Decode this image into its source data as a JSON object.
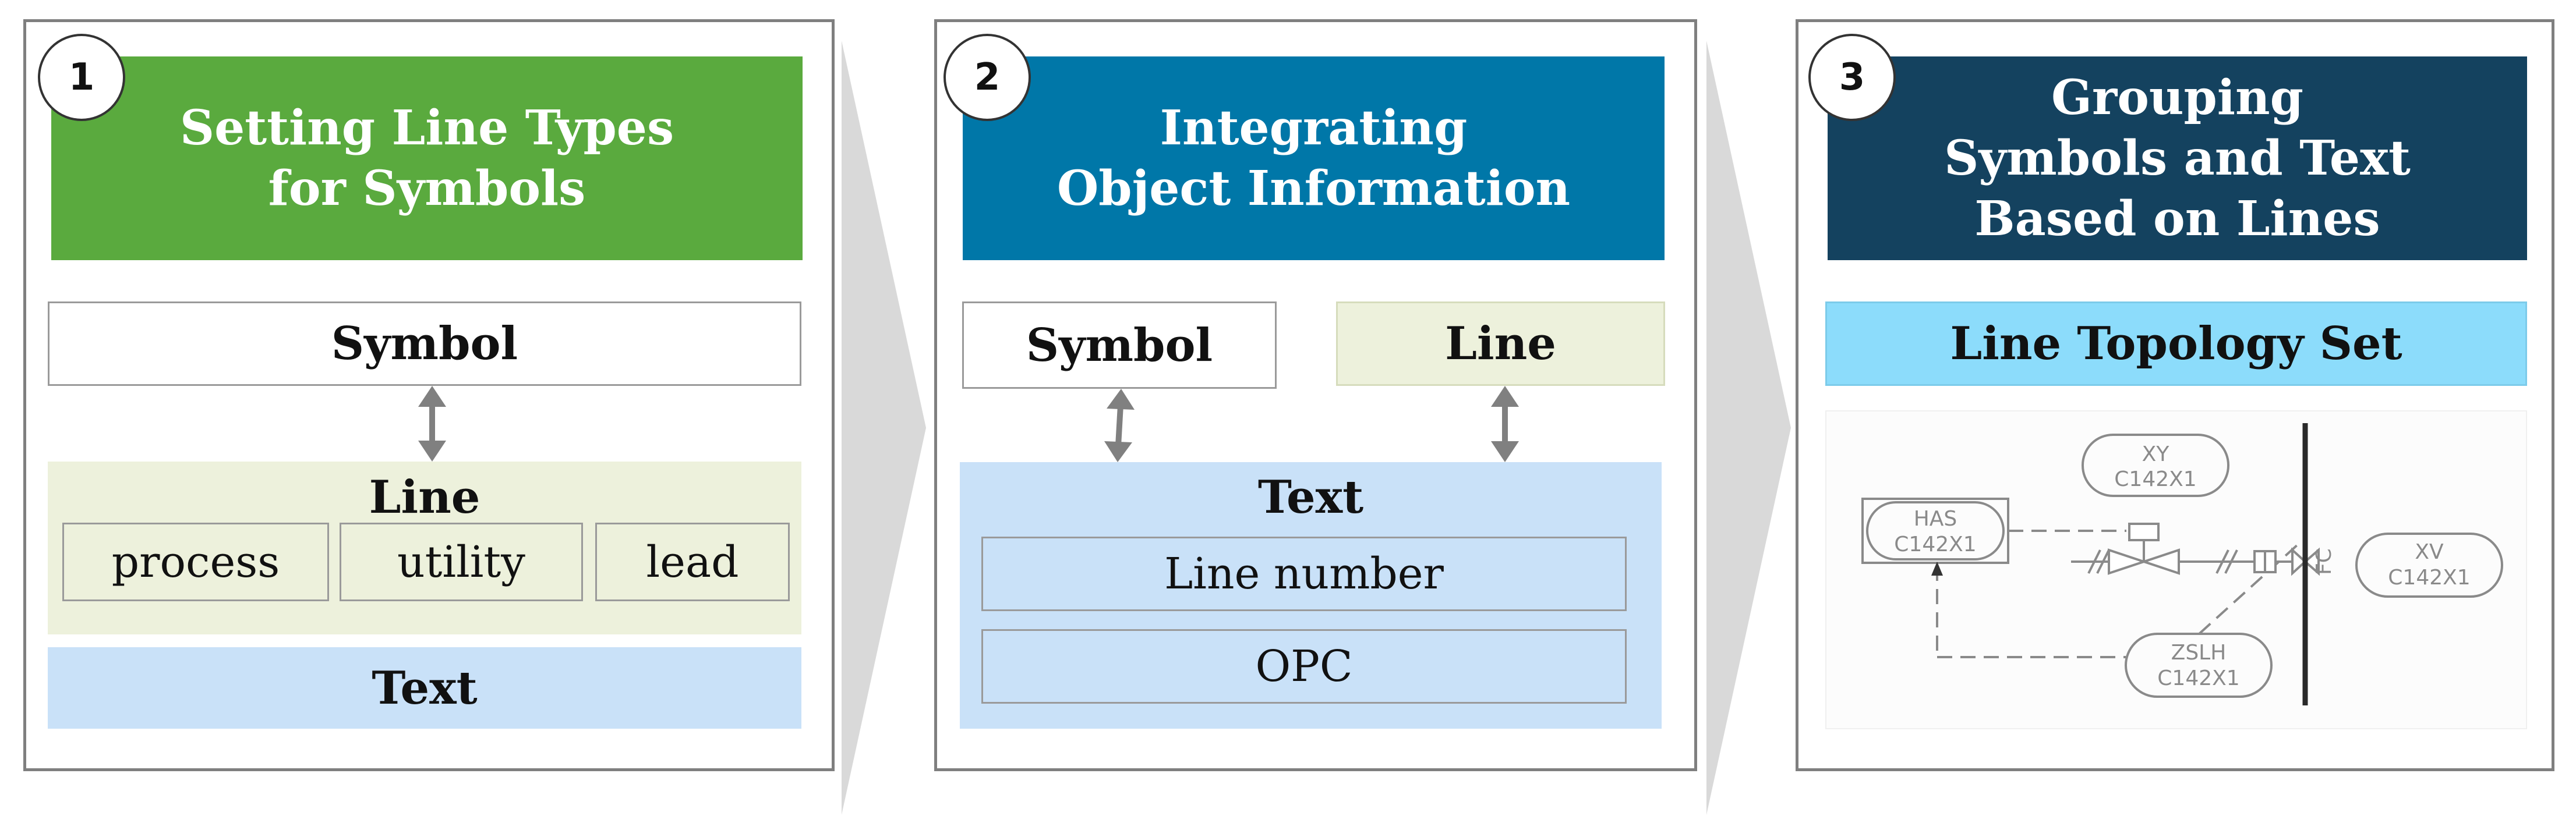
{
  "steps": [
    {
      "number": "1",
      "title": "Setting Line Types\nfor Symbols",
      "header_color": "#5aaa3e",
      "symbol_label": "Symbol",
      "line_label": "Line",
      "line_types": [
        "process",
        "utility",
        "lead"
      ],
      "text_label": "Text"
    },
    {
      "number": "2",
      "title": "Integrating\nObject Information",
      "header_color": "#0077a8",
      "symbol_label": "Symbol",
      "line_label": "Line",
      "text_label": "Text",
      "text_items": [
        "Line number",
        "OPC"
      ]
    },
    {
      "number": "3",
      "title": "Grouping\nSymbols and Text\nBased on Lines",
      "header_color": "#14425f",
      "topology_label": "Line Topology Set",
      "diagram": {
        "tags": [
          {
            "tag": "XY",
            "num": "C142X1"
          },
          {
            "tag": "HAS",
            "num": "C142X1"
          },
          {
            "tag": "XV",
            "num": "C142X1"
          },
          {
            "tag": "ZSLH",
            "num": "C142X1"
          }
        ],
        "valve_label": "FC"
      }
    }
  ],
  "colors": {
    "line_area": "#edf1dc",
    "text_area": "#c9e1f8",
    "topology": "#8cdcfb",
    "arrow": "#808080",
    "chevron": "#d9d9d9"
  }
}
